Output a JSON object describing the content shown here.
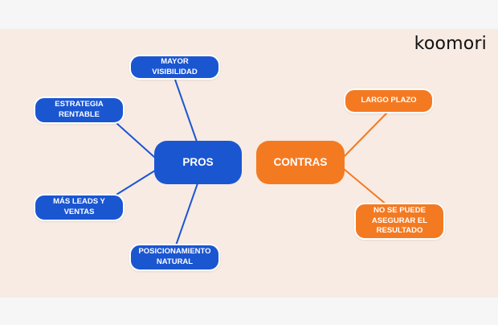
{
  "brand": {
    "logo_text": "koomori"
  },
  "colors": {
    "pros": "#1b56d1",
    "contras": "#f47a22",
    "background": "#f7ebe3"
  },
  "pros": {
    "label": "PROS",
    "items": [
      "MAYOR VISIBILIDAD",
      "ESTRATEGIA RENTABLE",
      "MÁS LEADS Y VENTAS",
      "POSICIONAMIENTO NATURAL"
    ]
  },
  "contras": {
    "label": "CONTRAS",
    "items": [
      "LARGO PLAZO",
      "NO SE PUEDE ASEGURAR EL RESULTADO"
    ]
  }
}
